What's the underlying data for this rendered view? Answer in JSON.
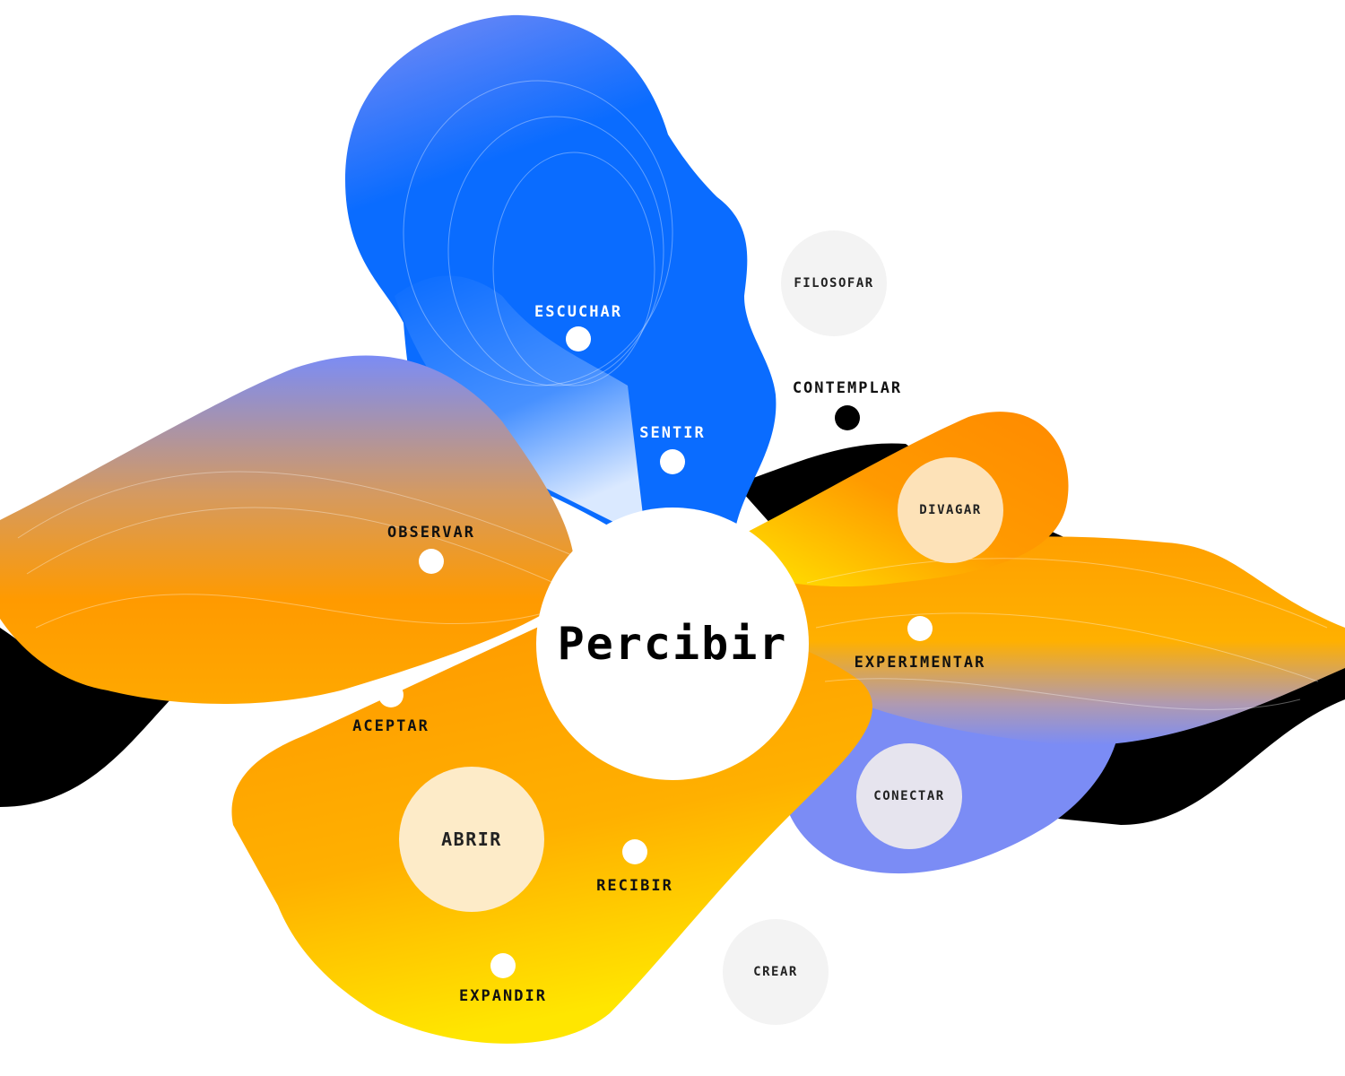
{
  "title": "Percibir",
  "colors": {
    "blue": "#0a6cff",
    "lavender": "#7b8cf5",
    "orange": "#ff9a00",
    "yellow": "#ffe000",
    "black": "#000000",
    "cream": "#fde9c8",
    "grey": "#f3f3f3"
  },
  "nodes": {
    "escuchar": "ESCUCHAR",
    "sentir": "SENTIR",
    "filosofar": "FILOSOFAR",
    "contemplar": "CONTEMPLAR",
    "divagar": "DIVAGAR",
    "observar": "OBSERVAR",
    "experimentar": "EXPERIMENTAR",
    "aceptar": "ACEPTAR",
    "conectar": "CONECTAR",
    "abrir": "ABRIR",
    "recibir": "RECIBIR",
    "expandir": "EXPANDIR",
    "crear": "CREAR"
  }
}
